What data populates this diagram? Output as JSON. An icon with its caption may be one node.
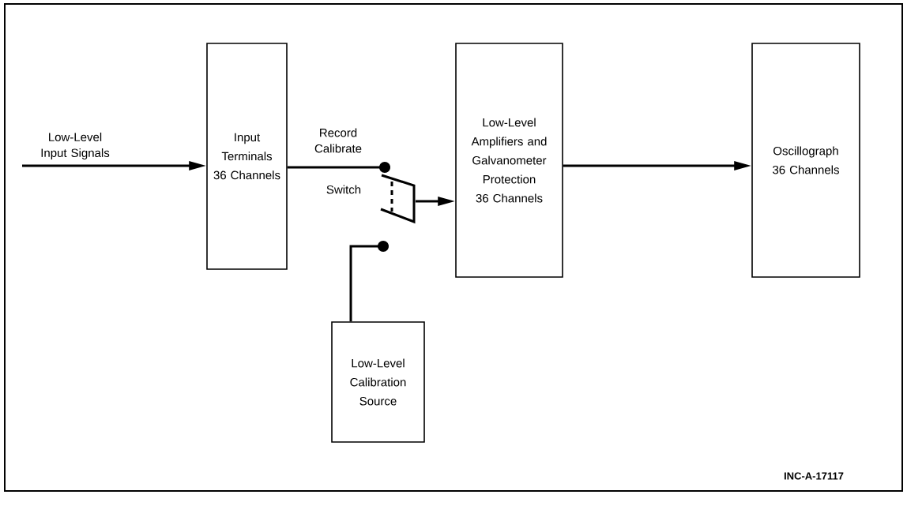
{
  "diagram": {
    "nodes": [
      {
        "text": [
          "Input Terminals 36 Channels"
        ]
      },
      {
        "text": [
          "Low-Level Amplifiers and Galvanometer Protection 36 Channels"
        ]
      },
      {
        "text": [
          "Oscillograph 36 Channels"
        ]
      },
      {
        "text": [
          "Low-Level Calibration Source"
        ]
      },
      {
        "text": [],
        "shape": "picture",
        "beside": [
          "Record Calibrate",
          "Switch"
        ]
      }
    ],
    "edges": [
      {
        "from": null,
        "to": 0,
        "arrow": "to",
        "label": "Low-Level Input Signals"
      },
      {
        "from": 0,
        "to": 4,
        "arrow": "none"
      },
      {
        "from": 3,
        "to": 4,
        "arrow": "none"
      },
      {
        "from": 4,
        "to": 1,
        "arrow": "to"
      },
      {
        "from": 1,
        "to": 2,
        "arrow": "to"
      }
    ],
    "labels": [
      "INC-A-17117"
    ]
  }
}
